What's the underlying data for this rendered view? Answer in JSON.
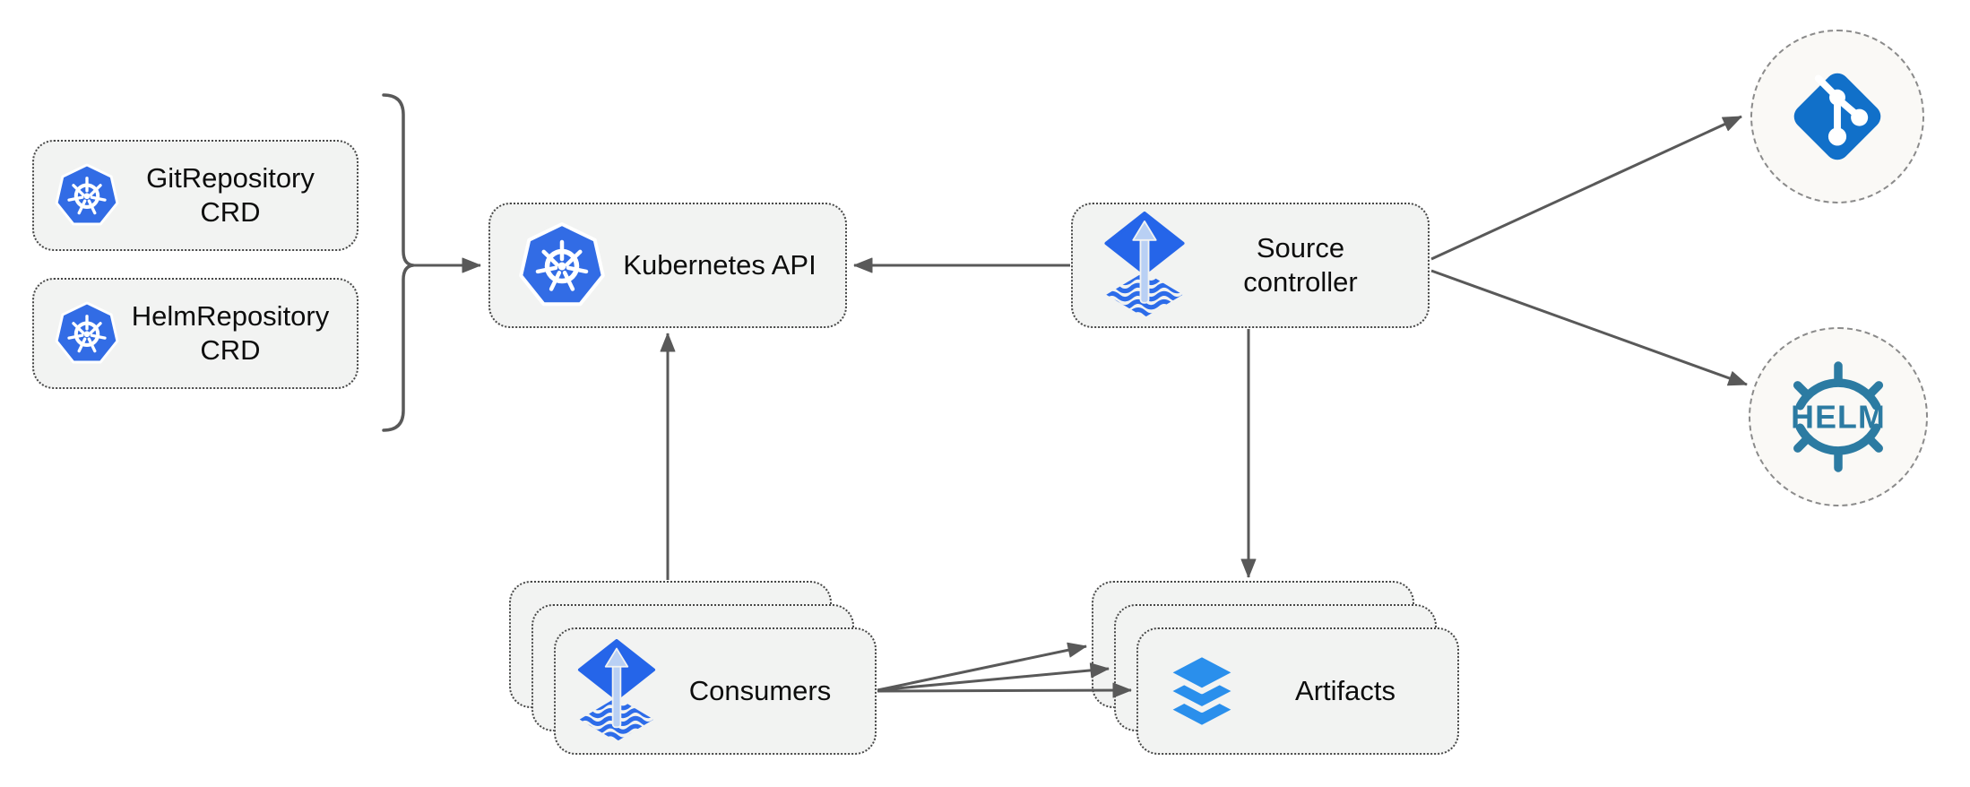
{
  "diagram": {
    "nodes": {
      "git_repository_crd": {
        "label": "GitRepository CRD",
        "label_lines": [
          "GitRepository",
          "CRD"
        ],
        "icon": "kubernetes-icon"
      },
      "helm_repository_crd": {
        "label": "HelmRepository CRD",
        "label_lines": [
          "HelmRepository",
          "CRD"
        ],
        "icon": "kubernetes-icon"
      },
      "kubernetes_api": {
        "label": "Kubernetes API",
        "icon": "kubernetes-icon"
      },
      "source_controller": {
        "label": "Source controller",
        "label_lines": [
          "Source",
          "controller"
        ],
        "icon": "flux-icon"
      },
      "consumers": {
        "label": "Consumers",
        "icon": "flux-icon",
        "stack_count": 3
      },
      "artifacts": {
        "label": "Artifacts",
        "icon": "layers-icon",
        "stack_count": 3
      },
      "git_endpoint": {
        "icon": "git-icon",
        "shape": "dashed-circle"
      },
      "helm_endpoint": {
        "icon": "helm-icon",
        "icon_text": "HELM",
        "shape": "dashed-circle"
      }
    },
    "edges": [
      {
        "from": "crd-group-bracket",
        "to": "kubernetes_api",
        "style": "arrow"
      },
      {
        "from": "source_controller",
        "to": "kubernetes_api",
        "style": "arrow"
      },
      {
        "from": "source_controller",
        "to": "git_endpoint",
        "style": "arrow"
      },
      {
        "from": "source_controller",
        "to": "helm_endpoint",
        "style": "arrow"
      },
      {
        "from": "source_controller",
        "to": "artifacts",
        "style": "arrow"
      },
      {
        "from": "consumers",
        "to": "kubernetes_api",
        "style": "arrow"
      },
      {
        "from": "consumers",
        "to": "artifacts",
        "style": "fan-of-3-arrows"
      }
    ],
    "colors": {
      "kubernetes_blue": "#326ce5",
      "flux_blue": "#2565e9",
      "flux_arrow_light": "#b9d0f4",
      "git_blue": "#1170c9",
      "helm_teal": "#2c7ba2",
      "layers_blue": "#2a8fec",
      "node_fill": "#f2f3f2",
      "node_border_dotted": "#474747",
      "circle_fill": "#faf9f6",
      "circle_border_dashed": "#8b8b8b",
      "arrow_gray": "#595959",
      "text_color": "#0d0d0d",
      "background": "#ffffff"
    }
  }
}
